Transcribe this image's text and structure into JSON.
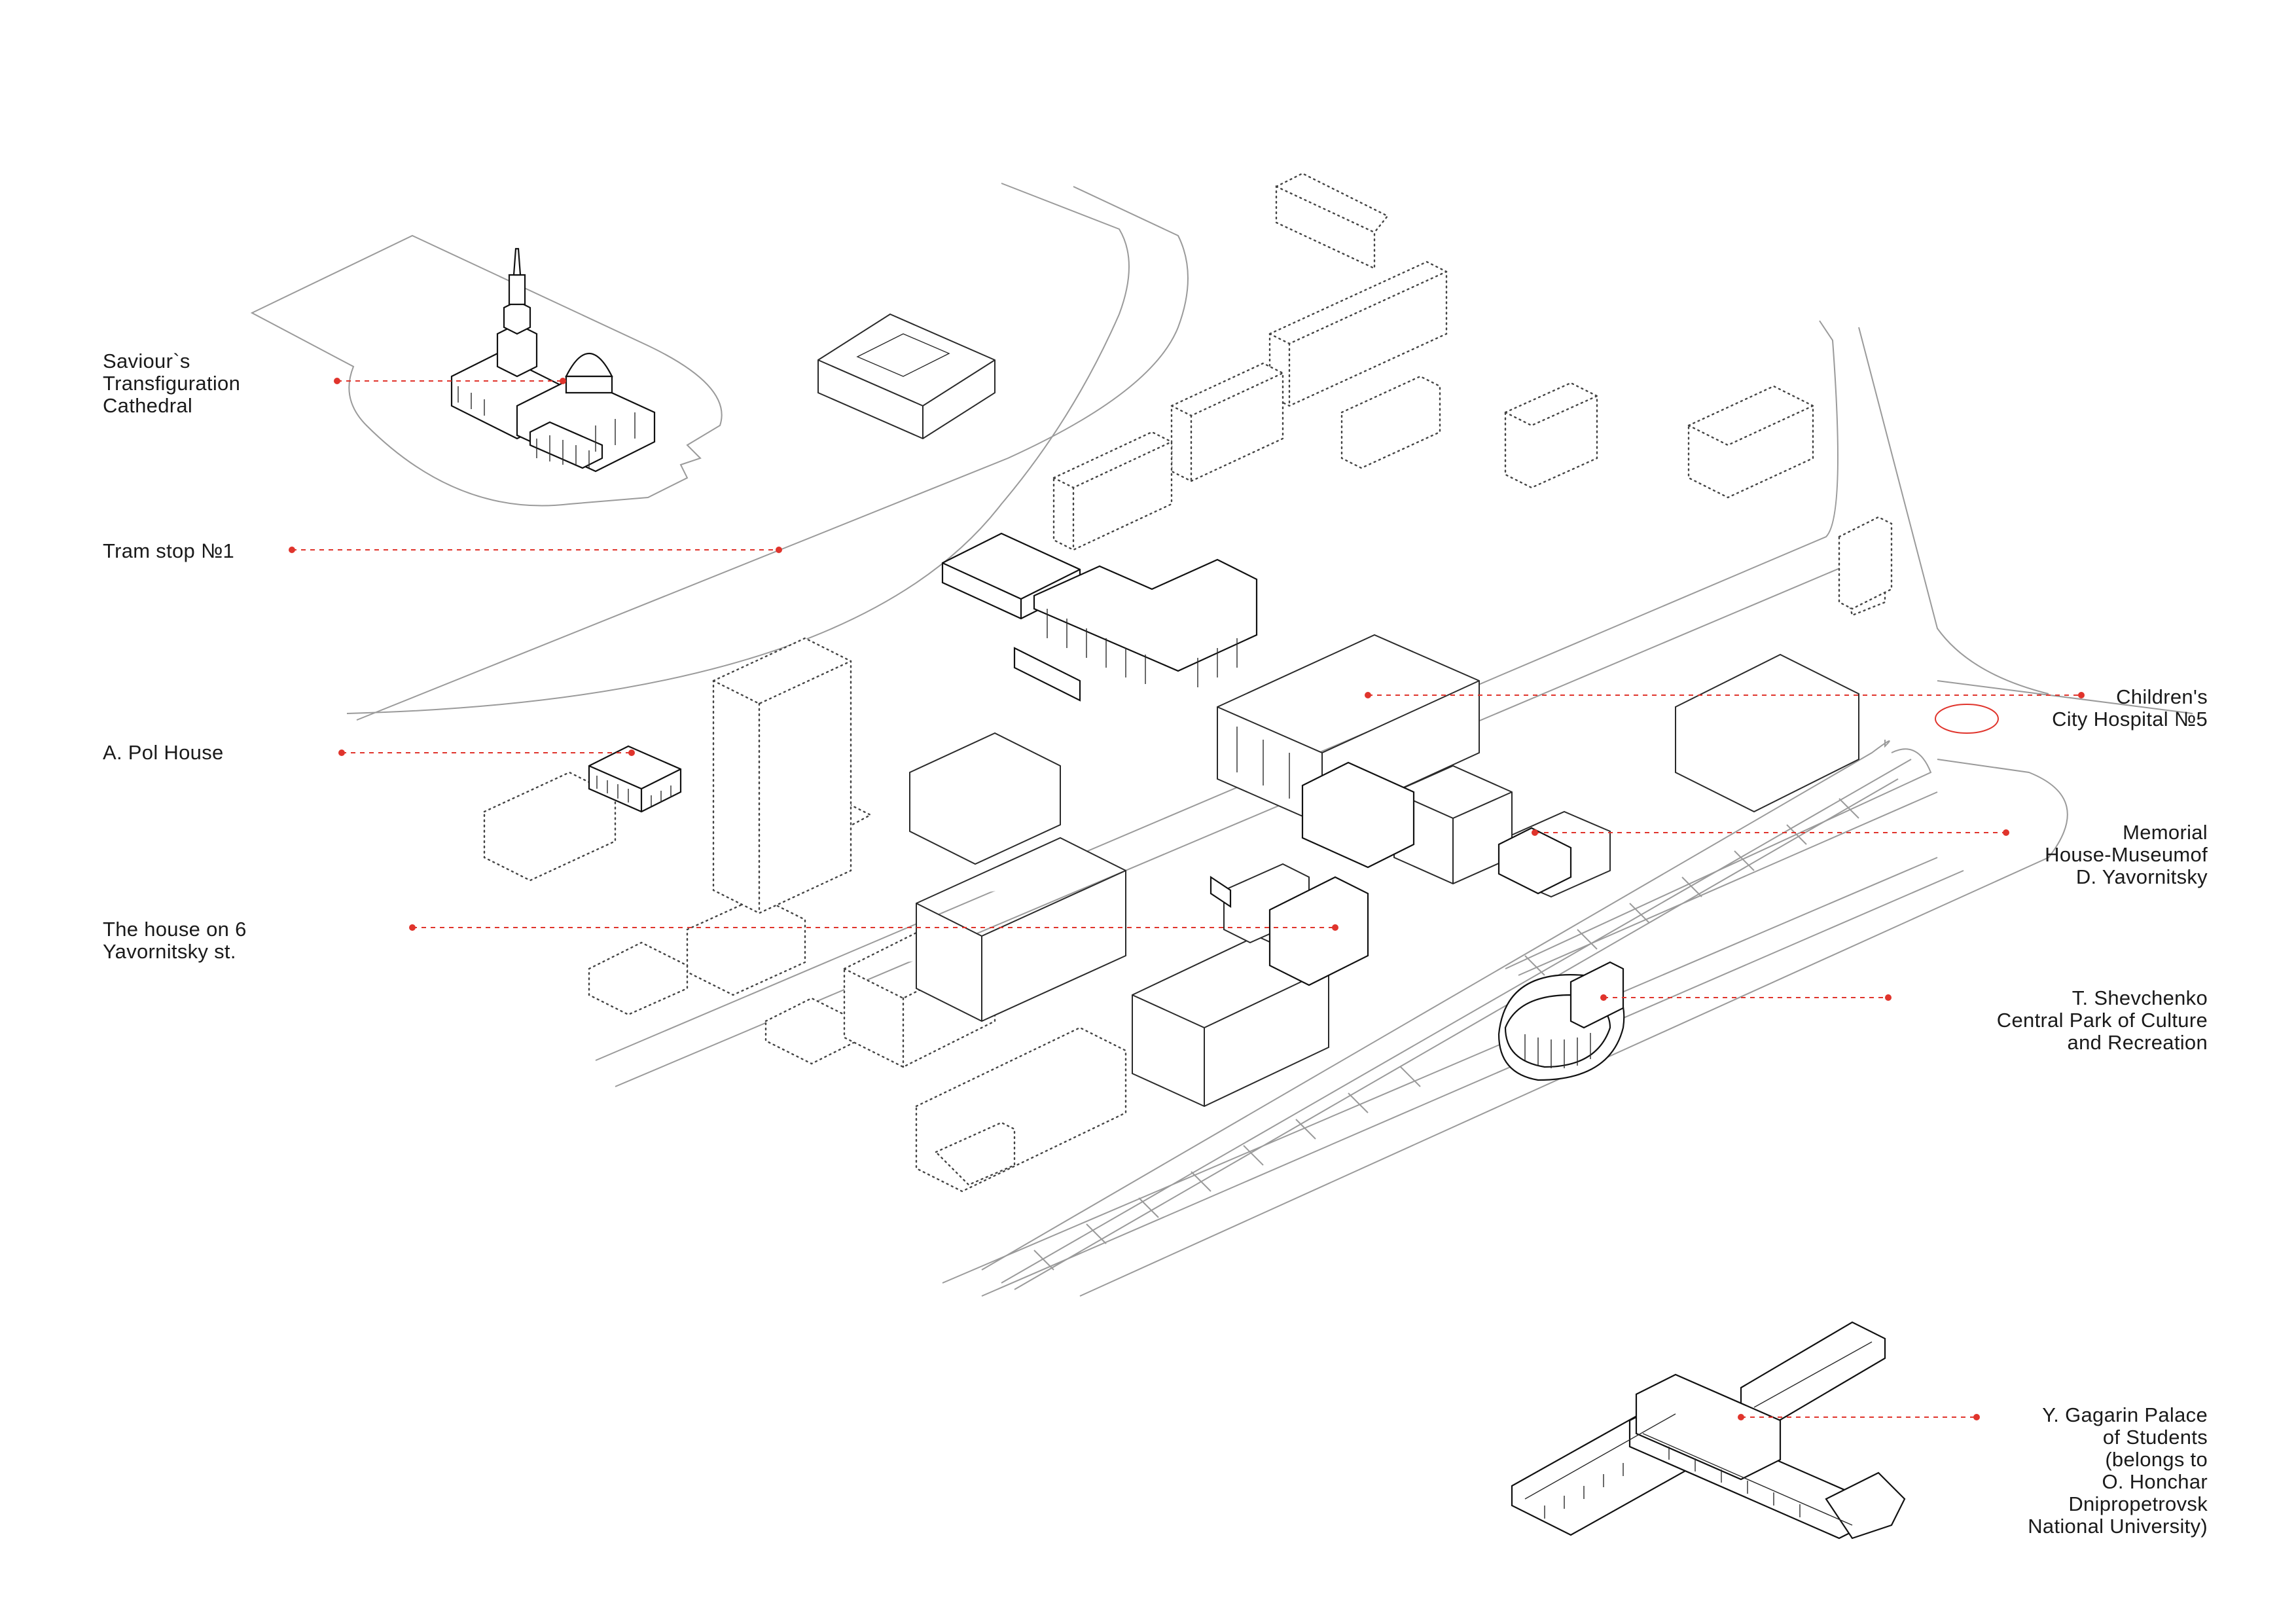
{
  "labels": {
    "cathedral": "Saviour`s\nTransfiguration\nCathedral",
    "tram_stop": "Tram stop №1",
    "pol_house": "A. Pol House",
    "house_6": "The house on 6\nYavornitsky st.",
    "hospital": "Children's\nCity Hospital №5",
    "museum": "Memorial\nHouse-Museumof\nD. Yavornitsky",
    "park": "T. Shevchenko\nCentral Park of Culture\nand Recreation",
    "palace": "Y. Gagarin Palace\nof Students\n(belongs to\nO. Honchar\nDnipropetrovsk\nNational University)"
  },
  "colors": {
    "leader": "#e0342c",
    "line": "#2a2a2a",
    "ghost_line": "#444444",
    "road": "#9a9a9a",
    "background": "#ffffff"
  }
}
